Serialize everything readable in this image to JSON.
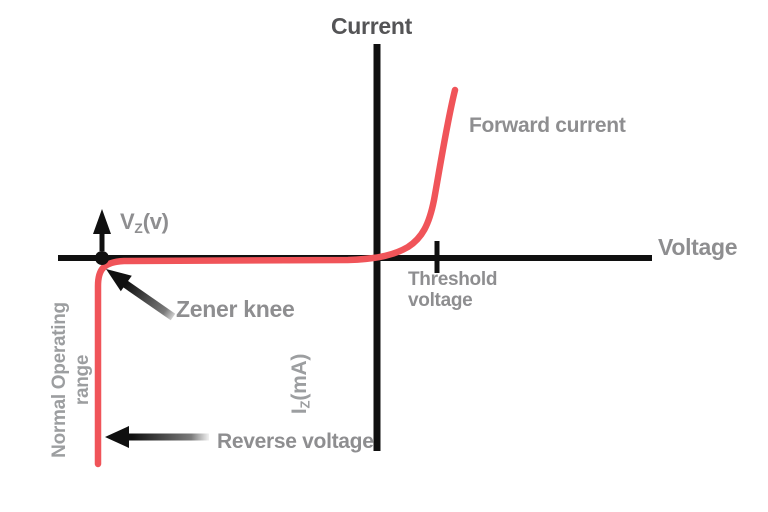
{
  "figure": {
    "name": "Zener diode I-V characteristic diagram"
  },
  "colors": {
    "curve": "#f05459",
    "axis": "#101010",
    "label-dark": "#545456",
    "label-gray": "#8e8e90",
    "label-light": "#9c9ea0"
  },
  "labels": {
    "y_axis": "Current",
    "x_axis": "Voltage",
    "forward_current": "Forward current",
    "threshold_voltage": "Threshold\nvoltage",
    "vz": {
      "base": "V",
      "sub": "Z",
      "rest": "(v)"
    },
    "zener_knee": "Zener knee",
    "normal_operating": "Normal Operating\nrange",
    "iz": {
      "base": "I",
      "sub": "Z",
      "rest": "(mA)"
    },
    "reverse_voltage": "Reverse voltage"
  }
}
